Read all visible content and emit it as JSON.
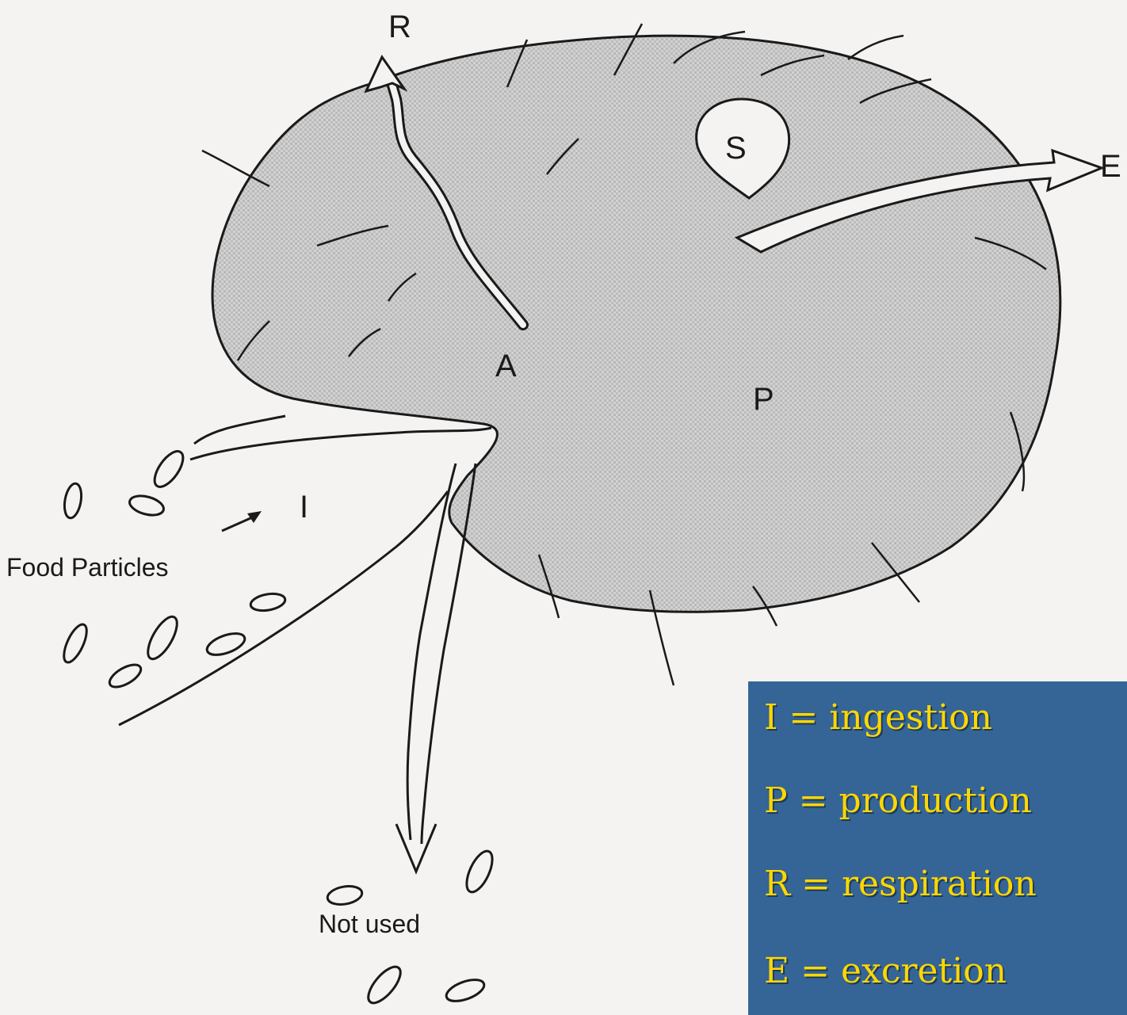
{
  "diagram": {
    "labels": {
      "R": "R",
      "E": "E",
      "S": "S",
      "A": "A",
      "P": "P",
      "I": "I",
      "food": "Food Particles",
      "not_used": "Not used"
    },
    "legend": {
      "items": [
        "I = ingestion",
        "P = production",
        "R = respiration",
        "E = excretion"
      ],
      "background": "#356596",
      "text_color": "#ffd700"
    }
  }
}
